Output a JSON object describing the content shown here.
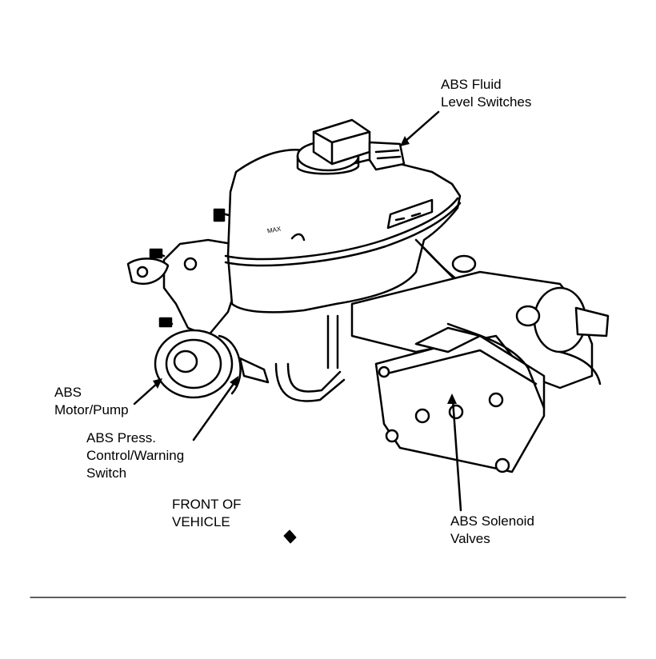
{
  "labels": {
    "fluid_level_switches": "ABS Fluid\nLevel Switches",
    "motor_pump": "ABS\nMotor/Pump",
    "press_control_switch": "ABS Press.\nControl/Warning\nSwitch",
    "front_of_vehicle": "FRONT OF\nVEHICLE",
    "solenoid_valves": "ABS Solenoid\nValves",
    "reservoir_marking": "MAX"
  },
  "colors": {
    "ink": "#000000",
    "paper": "#ffffff"
  }
}
